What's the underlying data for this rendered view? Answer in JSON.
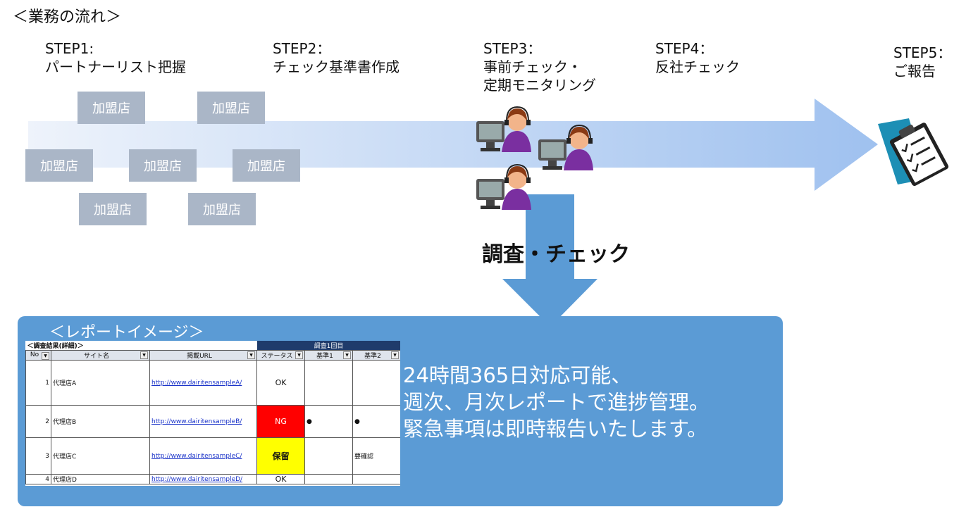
{
  "title": "＜業務の流れ＞",
  "steps": [
    {
      "label": "STEP1:",
      "desc": "パートナーリスト把握",
      "desc2": ""
    },
    {
      "label": "STEP2：",
      "desc": "チェック基準書作成",
      "desc2": ""
    },
    {
      "label": "STEP3：",
      "desc": "事前チェック・",
      "desc2": "定期モニタリング"
    },
    {
      "label": "STEP4：",
      "desc": "反社チェック",
      "desc2": ""
    },
    {
      "label": "STEP5：",
      "desc": "ご報告",
      "desc2": ""
    }
  ],
  "stores": [
    "加盟店",
    "加盟店",
    "加盟店",
    "加盟店",
    "加盟店",
    "加盟店",
    "加盟店"
  ],
  "check_label": "調査・チェック",
  "report": {
    "title": "＜レポートイメージ＞",
    "lines": [
      "24時間365日対応可能、",
      "週次、月次レポートで進捗管理。",
      "緊急事項は即時報告いたします。"
    ]
  },
  "sheet": {
    "caption": "＜調査結果(詳細)＞",
    "group_header": "調査1回目",
    "headers": [
      "No",
      "サイト名",
      "掲載URL",
      "ステータス",
      "基準1",
      "基準2"
    ],
    "rows": [
      {
        "no": "1",
        "site": "代理店A",
        "url": "http://www.dairitensampleA/",
        "status": "OK",
        "c1": "",
        "c2": ""
      },
      {
        "no": "2",
        "site": "代理店B",
        "url": "http://www.dairitensampleB/",
        "status": "NG",
        "c1": "●",
        "c2": "●"
      },
      {
        "no": "3",
        "site": "代理店C",
        "url": "http://www.dairitensampleC/",
        "status": "保留",
        "c1": "",
        "c2": "要確認"
      },
      {
        "no": "4",
        "site": "代理店D",
        "url": "http://www.dairitensampleD/",
        "status": "OK",
        "c1": "",
        "c2": ""
      }
    ]
  },
  "colors": {
    "arrow_light": "#e6eefa",
    "arrow_dark": "#9fc1ef",
    "down_arrow": "#5b9bd5",
    "store_box": "#aab6c7",
    "report_bg": "#5b9bd5"
  },
  "icons": [
    "operator-headset-icon",
    "clipboard-checklist-icon"
  ]
}
